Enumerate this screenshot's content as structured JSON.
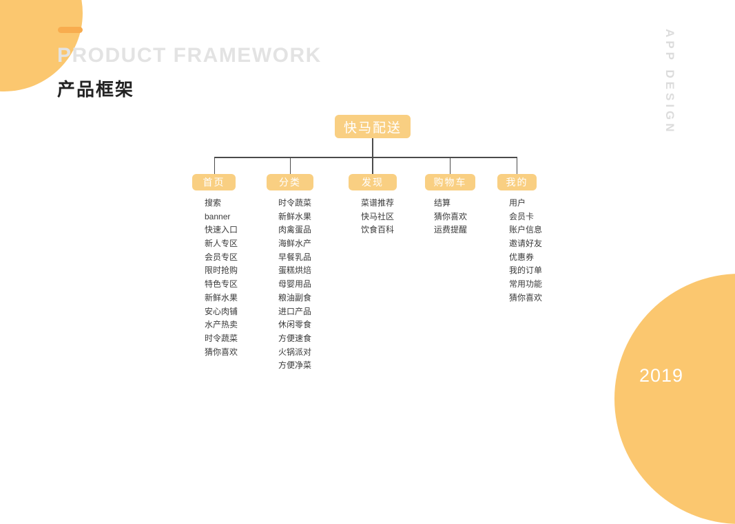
{
  "page": {
    "title_en": "PRODUCT FRAMEWORK",
    "title_zh": "产品框架",
    "side_label": "APP DESIGN",
    "year": "2019"
  },
  "colors": {
    "accent_circle": "#FBC76F",
    "accent_dash": "#F8AC4E",
    "node_fill": "#F9CF82",
    "node_text": "#FFFFFF",
    "line": "#4A4A4A",
    "item_text": "#3A3A3A",
    "title_gray": "#E3E3E3",
    "title_dark": "#222222",
    "side_label": "#DCDCDC",
    "year_text": "#FFFFFF"
  },
  "tree": {
    "root": "快马配送",
    "branches": [
      {
        "label": "首页",
        "items": [
          "搜索",
          "banner",
          "快速入口",
          "新人专区",
          "会员专区",
          "限时抢购",
          "特色专区",
          "新鲜水果",
          "安心肉铺",
          "水产热卖",
          "时令蔬菜",
          "猜你喜欢"
        ]
      },
      {
        "label": "分类",
        "items": [
          "时令蔬菜",
          "新鲜水果",
          "肉禽蛋品",
          "海鲜水产",
          "早餐乳品",
          "蛋糕烘焙",
          "母婴用品",
          "粮油副食",
          "进口产品",
          "休闲零食",
          "方便速食",
          "火锅派对",
          "方便净菜"
        ]
      },
      {
        "label": "发现",
        "items": [
          "菜谱推荐",
          "快马社区",
          "饮食百科"
        ]
      },
      {
        "label": "购物车",
        "items": [
          "结算",
          "猜你喜欢",
          "运费提醒"
        ]
      },
      {
        "label": "我的",
        "items": [
          "用户",
          "会员卡",
          "账户信息",
          "邀请好友",
          "优惠券",
          "我的订单",
          "常用功能",
          "猜你喜欢"
        ]
      }
    ]
  }
}
